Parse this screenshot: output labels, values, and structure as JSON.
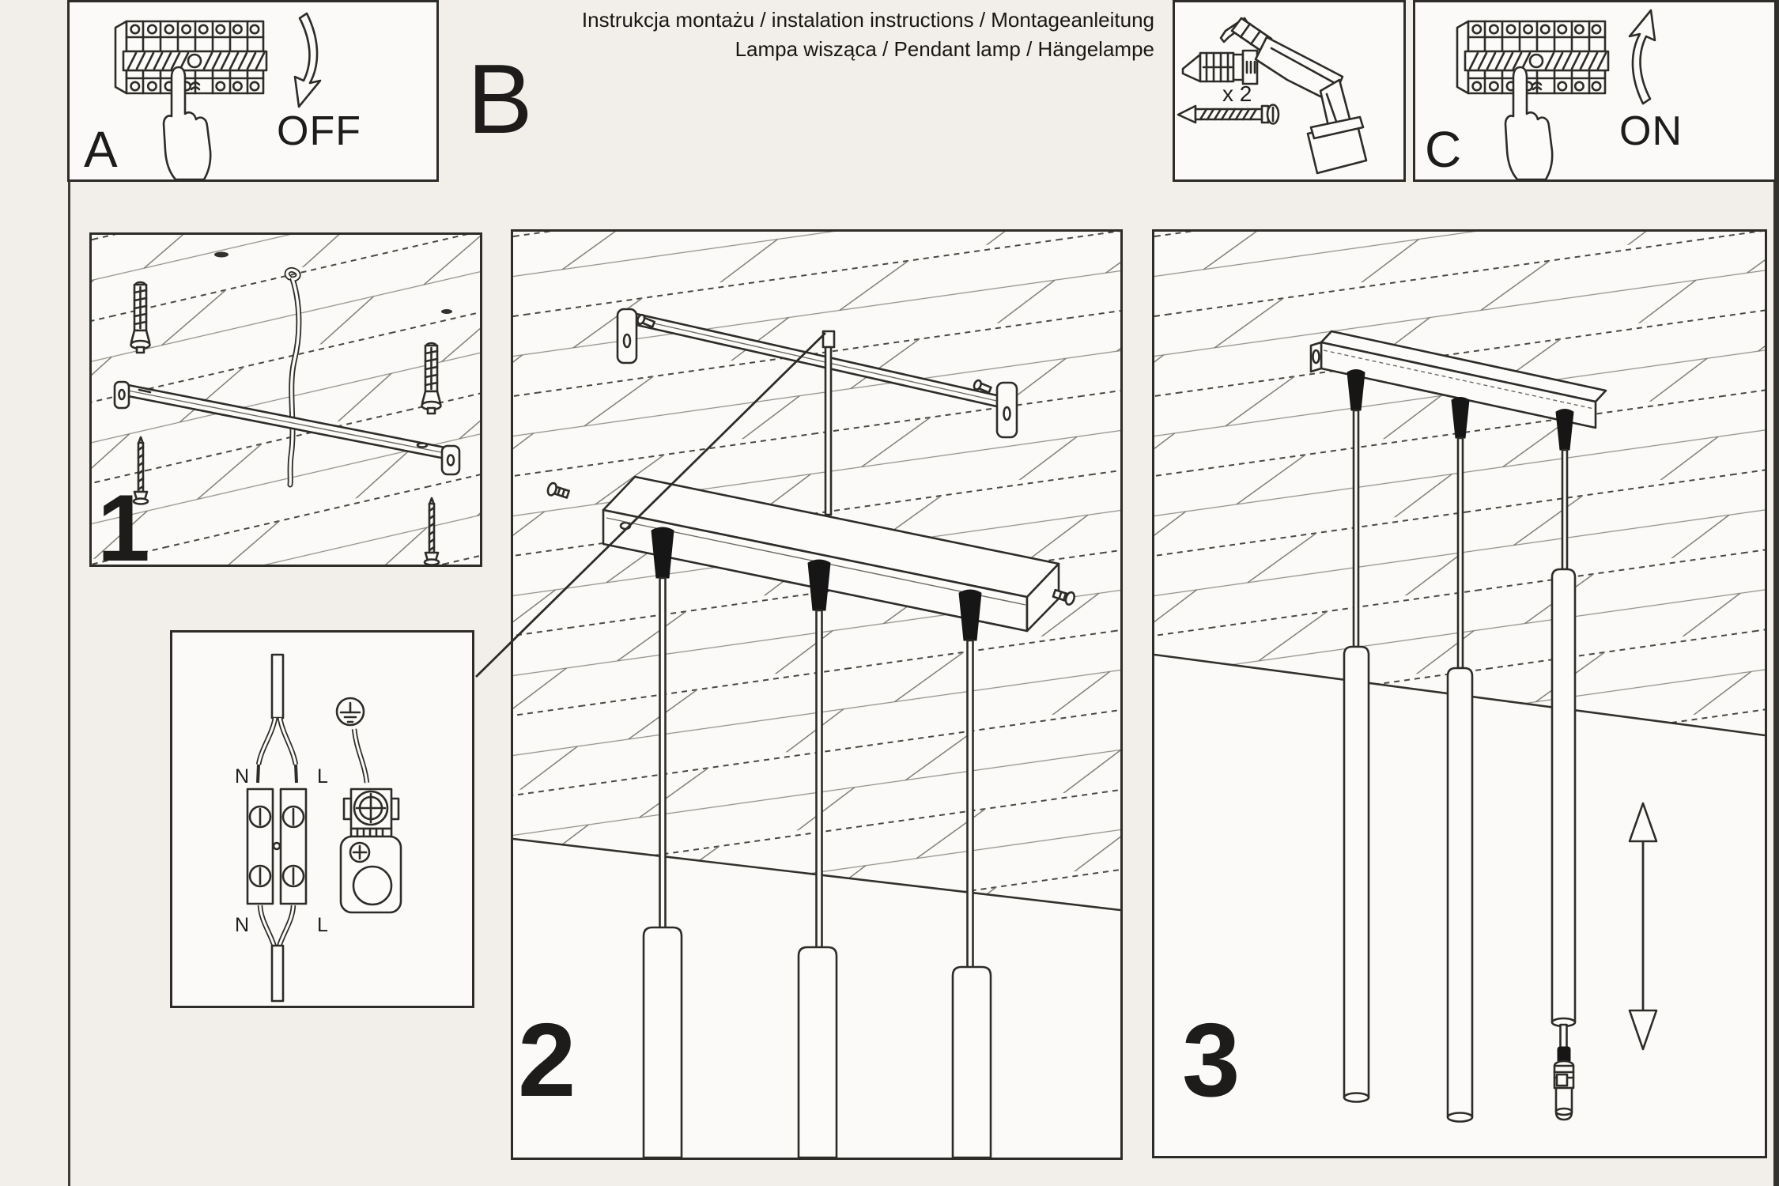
{
  "document": {
    "title_line1": "Instrukcja montażu / instalation instructions / Montageanleitung",
    "title_line2": "Lampa wisząca / Pendant lamp / Hängelampe"
  },
  "steps": {
    "power_off": {
      "letter": "A",
      "action": "OFF"
    },
    "section_b": {
      "letter": "B"
    },
    "power_on": {
      "letter": "C",
      "action": "ON"
    },
    "step1": {
      "number": "1"
    },
    "step2": {
      "number": "2"
    },
    "step3": {
      "number": "3"
    }
  },
  "tools": {
    "anchor_quantity": "x 2"
  },
  "wiring_detail": {
    "terminal_top_left": "N",
    "terminal_top_right": "L",
    "terminal_bottom_left": "N",
    "terminal_bottom_right": "L"
  },
  "colors": {
    "ink": "#2e2c29",
    "paper": "#f2efea",
    "panel": "#fbfaf8"
  }
}
